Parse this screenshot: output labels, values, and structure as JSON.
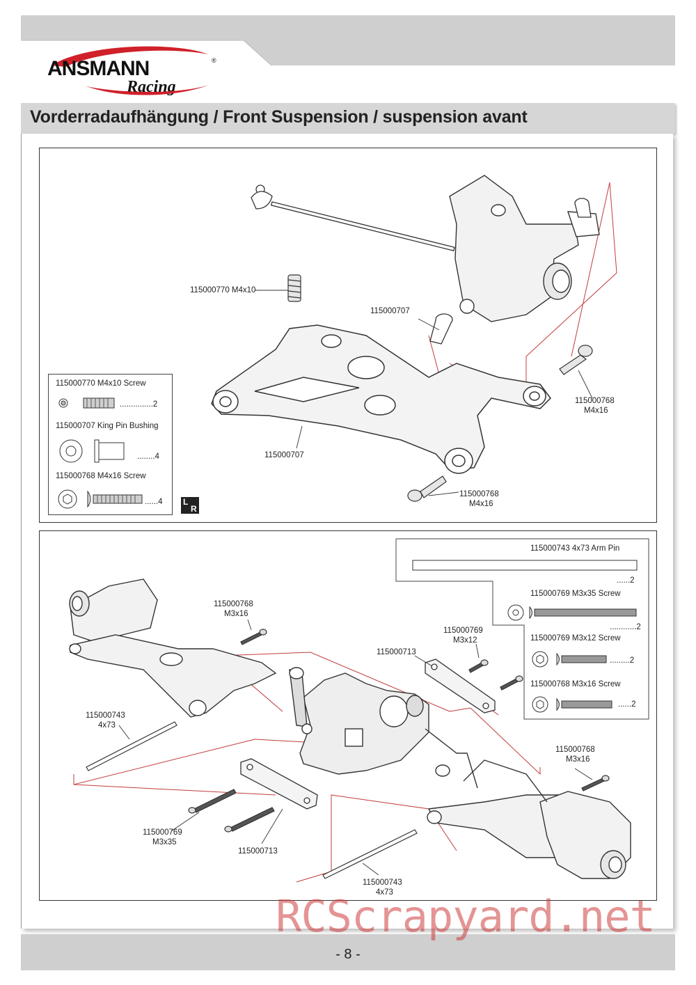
{
  "header": {
    "brand": "ANSMANN",
    "brand_sub": "Racing",
    "registered": "®",
    "title": "Vorderradaufhängung / Front Suspension / suspension avant"
  },
  "colors": {
    "band_gray": "#cfcfcf",
    "title_gray": "#d6d6d6",
    "leader_red": "#c23b3b",
    "logo_red": "#d0202a"
  },
  "panel_top": {
    "callouts": {
      "kingpin_screw": "115000770  M4x10",
      "bushing_top": "115000707",
      "screw_right_code": "115000768",
      "screw_right_size": "M4x16",
      "arm_label": "115000707",
      "screw_bottom_code": "115000768",
      "screw_bottom_size": "M4x16"
    },
    "legend": {
      "items": [
        {
          "name": "115000770  M4x10 Screw",
          "qty": "...............2"
        },
        {
          "name": "115000707  King Pin Bushing",
          "qty": "........4"
        },
        {
          "name": "115000768  M4x16 Screw",
          "qty": "......4"
        }
      ]
    },
    "lr_badge": {
      "l": "L",
      "r": "R"
    }
  },
  "panel_bottom": {
    "legend": {
      "items": [
        {
          "name": "115000743  4x73 Arm Pin",
          "qty": "......2"
        },
        {
          "name": "115000769  M3x35 Screw",
          "qty": "............2"
        },
        {
          "name": "115000769  M3x12 Screw",
          "qty": ".........2"
        },
        {
          "name": "115000768  M3x16 Screw",
          "qty": "......2"
        }
      ]
    },
    "callouts": {
      "m3x16_top_code": "115000768",
      "m3x16_top_size": "M3x16",
      "m3x12_code": "115000769",
      "m3x12_size": "M3x12",
      "holder_top": "115000713",
      "pin_left_code": "115000743",
      "pin_left_size": "4x73",
      "m3x16_right_code": "115000768",
      "m3x16_right_size": "M3x16",
      "m3x35_code": "115000769",
      "m3x35_size": "M3x35",
      "holder_bottom": "115000713",
      "pin_bottom_code": "115000743",
      "pin_bottom_size": "4x73"
    }
  },
  "footer": {
    "page": "- 8 -",
    "watermark": "RCScrapyard.net"
  }
}
